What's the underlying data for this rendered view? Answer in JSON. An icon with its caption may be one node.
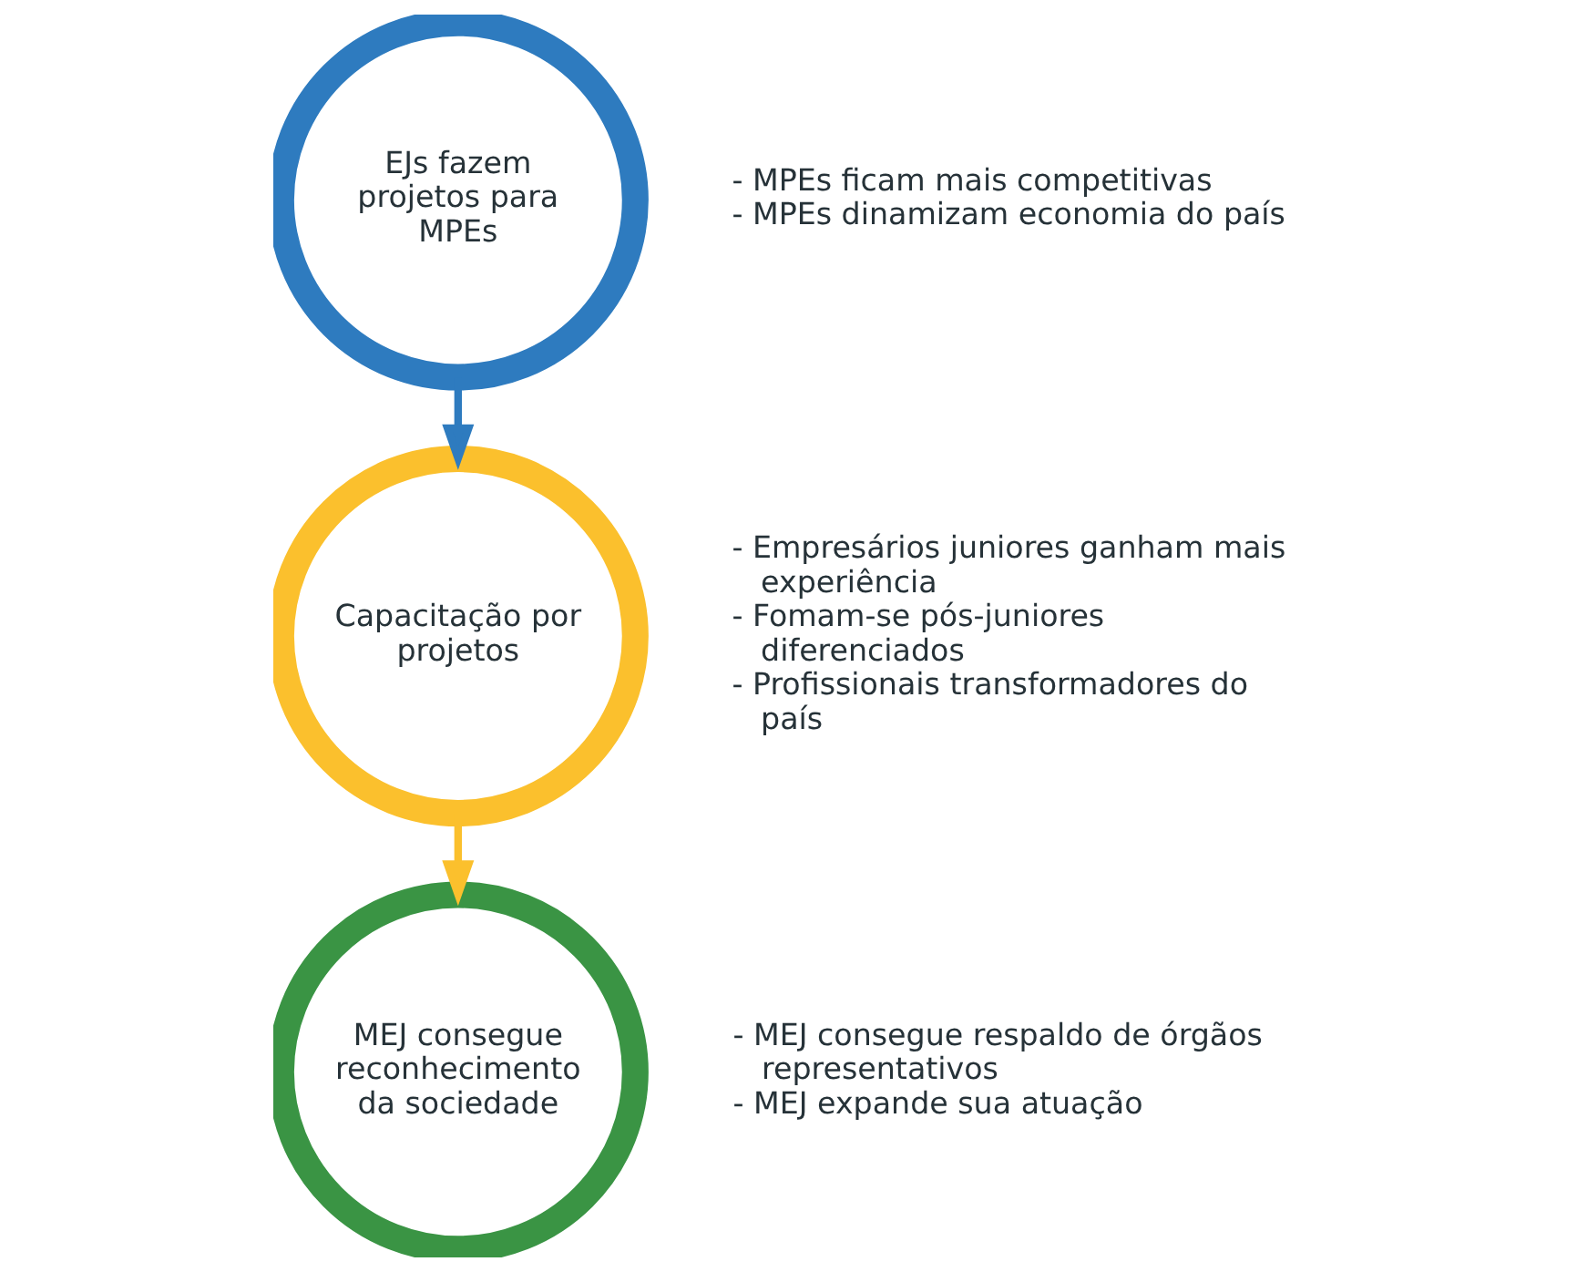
{
  "diagram": {
    "nodes": [
      {
        "text": [
          "EJs fazem projetos para MPEs"
        ],
        "beside": [
          "- MPEs ficam mais competitivas",
          "- MPEs dinamizam economia do país"
        ]
      },
      {
        "text": [
          "Capacitação por projetos"
        ],
        "beside": [
          "- Empresários juniores ganham mais experiência",
          "- Fomam-se pós-juniores diferenciados",
          "- Profissionais transformadores do país"
        ]
      },
      {
        "text": [
          "MEJ consegue reconhecimento da sociedade"
        ],
        "beside": [
          "- MEJ consegue respaldo de órgãos representativos",
          "- MEJ expande sua atuação"
        ]
      }
    ],
    "edges": [
      {
        "from": 0,
        "to": 1,
        "arrow": "to",
        "color": "#2e7bbf"
      },
      {
        "from": 1,
        "to": 2,
        "arrow": "to",
        "color": "#fbc02d"
      }
    ]
  }
}
